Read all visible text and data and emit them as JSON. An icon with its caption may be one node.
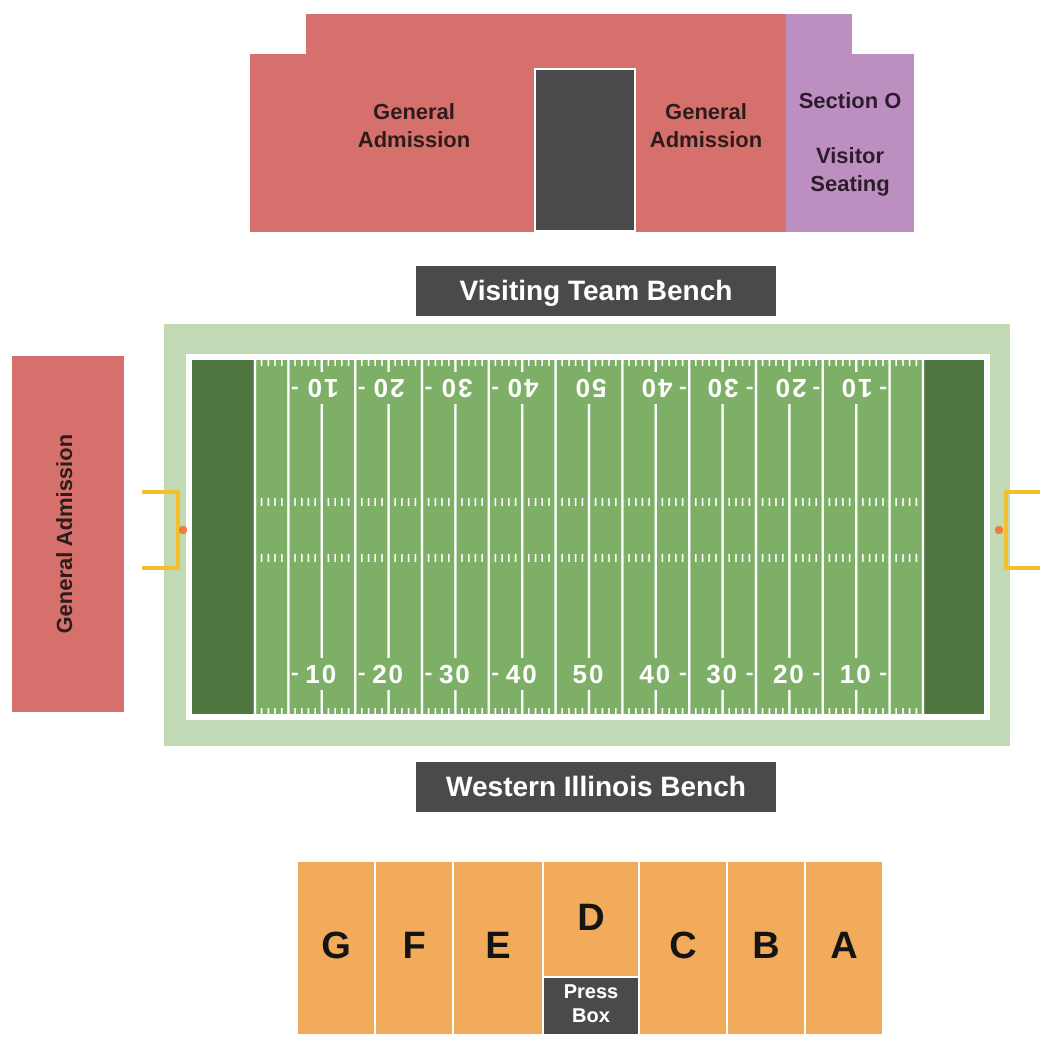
{
  "diagram": {
    "nodes": [
      {
        "text": [
          "General Admission",
          "General Admission"
        ]
      },
      {
        "text": [],
        "shape": "box",
        "in": 0
      },
      {
        "text": [
          "Section O",
          "Visitor Seating"
        ]
      },
      {
        "text": [
          "Visiting Team Bench"
        ]
      },
      {
        "text": [
          "General Admission"
        ]
      },
      {
        "text": [
          "Western Illinois Bench"
        ]
      },
      {
        "text": [
          "G"
        ]
      },
      {
        "text": [
          "F"
        ]
      },
      {
        "text": [
          "E"
        ]
      },
      {
        "text": [
          "D"
        ]
      },
      {
        "text": [
          "C"
        ]
      },
      {
        "text": [
          "B"
        ]
      },
      {
        "text": [
          "A"
        ]
      },
      {
        "text": [
          "Press Box"
        ]
      }
    ],
    "labels": [
      "10",
      "20",
      "30",
      "40",
      "50",
      "40",
      "30",
      "20",
      "10",
      "10",
      "20",
      "30",
      "40",
      "50",
      "40",
      "30",
      "20",
      "10"
    ]
  }
}
